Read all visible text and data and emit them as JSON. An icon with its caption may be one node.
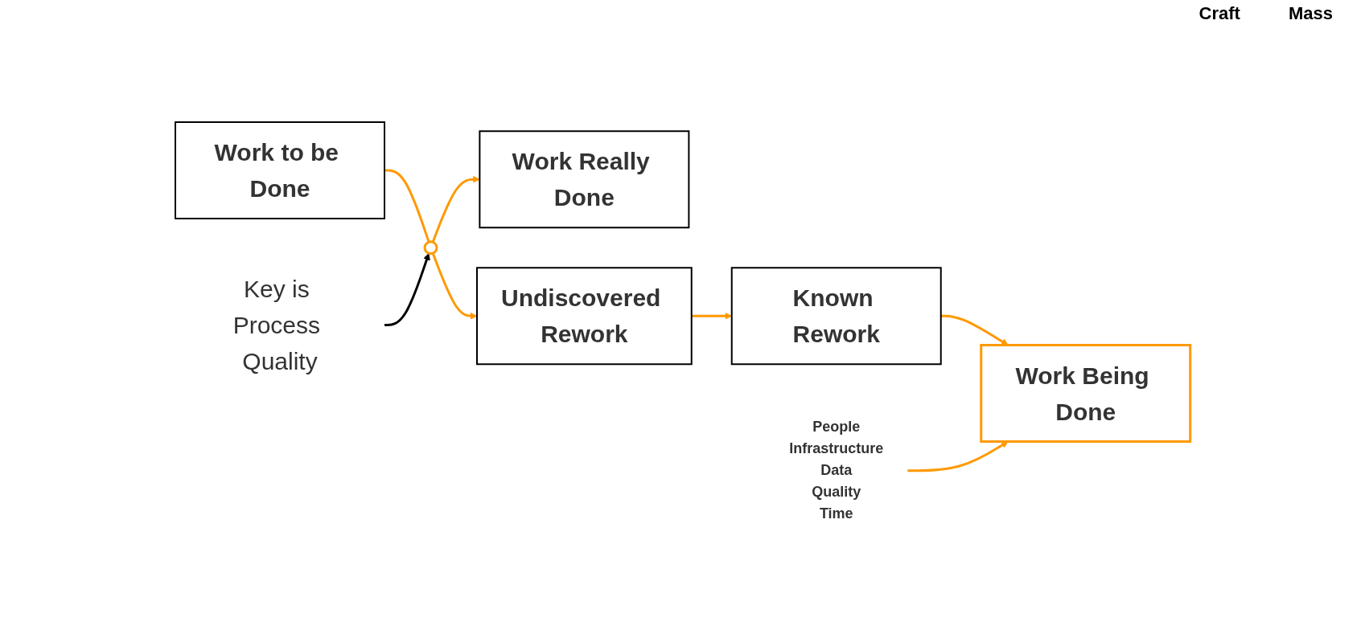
{
  "diagram": {
    "nodes": [
      {
        "text": [
          "Work to be Done"
        ]
      },
      {
        "text": [
          "Work Being Done"
        ]
      },
      {
        "text": [
          "Work Really Done"
        ]
      },
      {
        "text": [
          "Known Rework"
        ]
      },
      {
        "text": [
          "Undiscovered Rework"
        ]
      },
      {
        "text": [],
        "shape": "circle"
      },
      {
        "text": [
          "People",
          "Infrastructure",
          "Data",
          "Quality",
          "Time"
        ]
      },
      {
        "text": [
          "Key is Process Quality"
        ]
      }
    ],
    "edges": [
      {
        "from": 0,
        "to": 5,
        "arrow": "none"
      },
      {
        "from": 5,
        "to": 2,
        "arrow": "to"
      },
      {
        "from": 5,
        "to": 4,
        "arrow": "to"
      },
      {
        "from": 4,
        "to": 3,
        "arrow": "to"
      },
      {
        "from": 3,
        "to": 1,
        "arrow": "to"
      },
      {
        "from": 6,
        "to": 1,
        "arrow": "to"
      },
      {
        "from": 7,
        "to": 5,
        "arrow": "to",
        "color": "#000000"
      }
    ],
    "labels": [
      "Craft",
      "Mass"
    ]
  }
}
